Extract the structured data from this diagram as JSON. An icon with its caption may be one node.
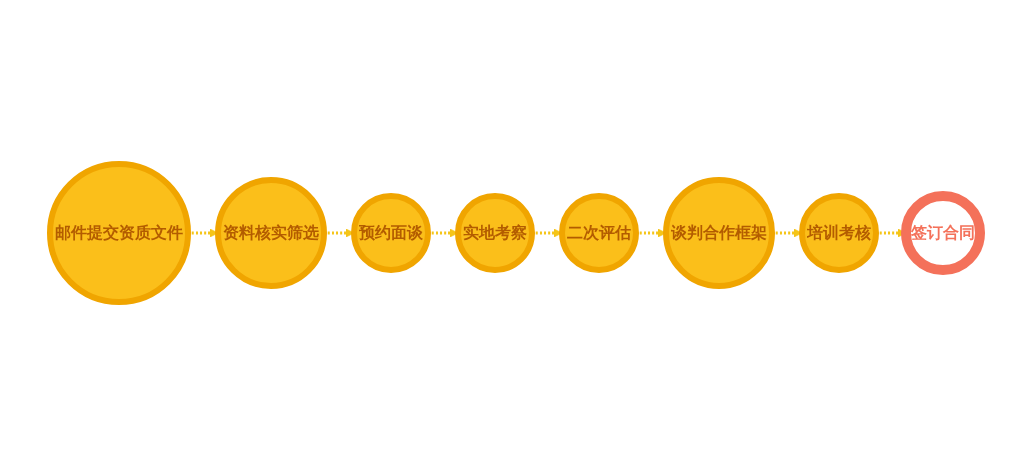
{
  "diagram": {
    "nodes": [
      {
        "text": [
          "邮件提交资质文件"
        ]
      },
      {
        "text": [
          "资料核实筛选"
        ]
      },
      {
        "text": [
          "预约面谈"
        ]
      },
      {
        "text": [
          "实地考察"
        ]
      },
      {
        "text": [
          "二次评估"
        ]
      },
      {
        "text": [
          "谈判合作框架"
        ]
      },
      {
        "text": [
          "培训考核"
        ]
      },
      {
        "text": [
          "签订合同"
        ]
      }
    ],
    "edges": [
      {
        "from": 0,
        "to": 1,
        "arrow": "to",
        "style": "dashed"
      },
      {
        "from": 1,
        "to": 2,
        "arrow": "to",
        "style": "dashed"
      },
      {
        "from": 2,
        "to": 3,
        "arrow": "to",
        "style": "dashed"
      },
      {
        "from": 3,
        "to": 4,
        "arrow": "to",
        "style": "dashed"
      },
      {
        "from": 4,
        "to": 5,
        "arrow": "to",
        "style": "dashed"
      },
      {
        "from": 5,
        "to": 6,
        "arrow": "to",
        "style": "dashed"
      },
      {
        "from": 6,
        "to": 7,
        "arrow": "to",
        "style": "dashed"
      }
    ]
  }
}
